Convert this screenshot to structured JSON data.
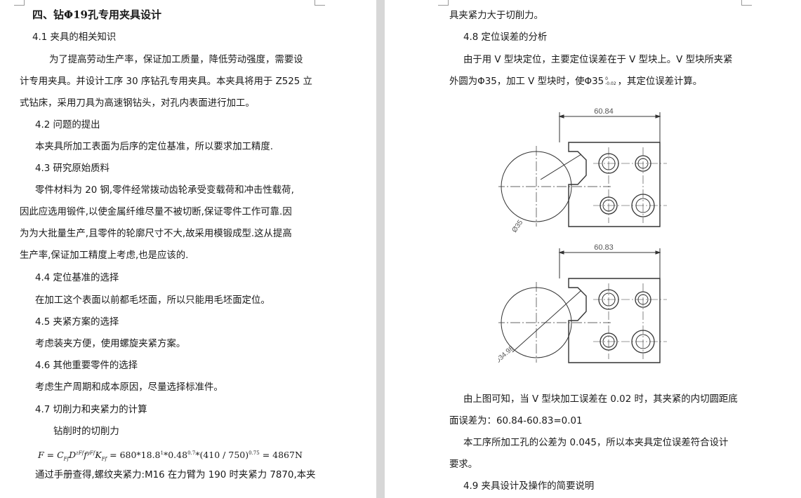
{
  "left_page": {
    "heading": "四、钻Φ19孔专用夹具设计",
    "s41": "4.1 夹具的相关知识",
    "p41_l1": "为了提高劳动生产率，保证加工质量，降低劳动强度，需要设",
    "p41_l2": "计专用夹具。并设计工序 30 序钻孔专用夹具。本夹具将用于 Z525 立",
    "p41_l3": "式钻床，采用刀具为高速钢钻头，对孔内表面进行加工。",
    "s42": "4.2 问题的提出",
    "p42": "本夹具所加工表面为后序的定位基准，所以要求加工精度.",
    "s43": "4.3 研究原始质料",
    "p43_l1": "零件材料为 20 钢,零件经常拨动齿轮承受变载荷和冲击性载荷,",
    "p43_l2": "因此应选用锻件,以使金属纤维尽量不被切断,保证零件工作可靠.因",
    "p43_l3": "为为大批量生产,且零件的轮廓尺寸不大,故采用模锻成型.这从提高",
    "p43_l4": "生产率,保证加工精度上考虑,也是应该的.",
    "s44": "4.4 定位基准的选择",
    "p44": "在加工这个表面以前都毛坯面，所以只能用毛坯面定位。",
    "s45": "4.5 夹紧方案的选择",
    "p45": "考虑装夹方便，使用螺旋夹紧方案。",
    "s46": "4.6 其他重要零件的选择",
    "p46": "考虑生产周期和成本原因，尽量选择标准件。",
    "s47": "4.7 切削力和夹紧力的计算",
    "p47_sub": "钻削时的切削力",
    "formula_lhs": "F = C",
    "formula_rhs": "= 680*18.8",
    "formula_mid1": "*0.48",
    "formula_mid2": "*(410 / 750)",
    "formula_end": "= 4867N",
    "p47_l1": "通过手册查得,螺纹夹紧力:M16 在力臂为 190 时夹紧力 7870,本夹"
  },
  "right_page": {
    "p_top": "具夹紧力大于切削力。",
    "s48": "4.8 定位误差的分析",
    "p48_l1": "由于用 V 型块定位，主要定位误差在于 V 型块上。V 型块所夹紧",
    "p48_l2a": "外圆为Φ35，加工 V 型块时，使Φ35",
    "p48_l2b": "，其定位误差计算。",
    "tol_upper": "0",
    "tol_lower": "-0.02",
    "fig1_dim_top": "60.84",
    "fig1_dim_dia": "Ø35",
    "fig2_dim_top": "60.83",
    "fig2_dim_dia": "Ø34.98",
    "p49_l1": "由上图可知，当 V 型块加工误差在 0.02 时，其夹紧的内切圆距底",
    "p49_l2": "面误差为：60.84-60.83=0.01",
    "p49_l3": "本工序所加工孔的公差为 0.045，所以本夹具定位误差符合设计",
    "p49_l4": "要求。",
    "s49": "4.9 夹具设计及操作的简要说明"
  }
}
